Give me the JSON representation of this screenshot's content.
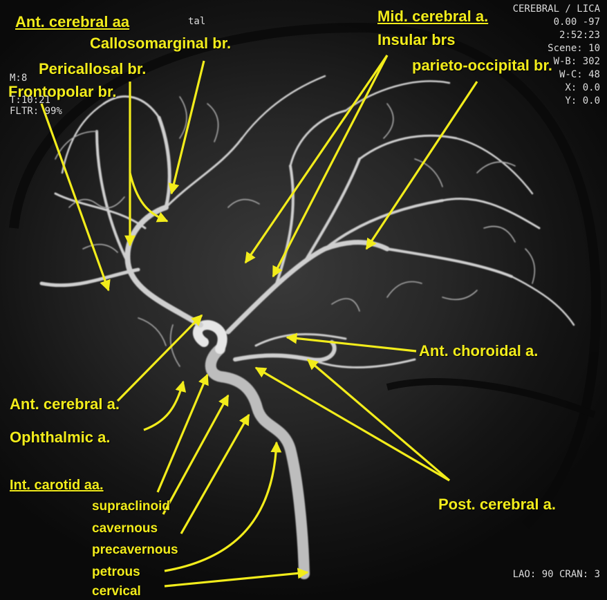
{
  "labels": {
    "ant_cerebral_aa": "Ant. cerebral aa",
    "callosomarginal": "Callosomarginal br.",
    "pericallosal": "Pericallosal br.",
    "frontopolar": "Frontopolar br.",
    "mid_cerebral": "Mid. cerebral a.",
    "insular": "Insular brs",
    "parieto_occipital": "parieto-occipital br.",
    "ant_choroidal": "Ant. choroidal a.",
    "ant_cerebral_a": "Ant. cerebral a.",
    "ophthalmic": "Ophthalmic a.",
    "int_carotid": "Int. carotid aa.",
    "supraclinoid": "supraclinoid",
    "cavernous": "cavernous",
    "precavernous": "precavernous",
    "petrous": "petrous",
    "cervical": "cervical",
    "post_cerebral": "Post. cerebral a."
  },
  "overlay": {
    "top_left_tag": "tal",
    "mag": "M:8",
    "left_line2": "T:10:21",
    "filter": "FLTR: 99%",
    "top_right": [
      "CEREBRAL / LICA",
      "0.00 -97",
      "2:52:23",
      "Scene: 10",
      "W-B: 302",
      "W-C: 48",
      "X: 0.0",
      "Y: 0.0"
    ],
    "bottom_right": "LAO: 90 CRAN: 3"
  },
  "colors": {
    "label": "#f2ec1b",
    "arrow": "#f2ec1b",
    "vessel": "#d8d8d8",
    "overlay_text": "#dcdcdc"
  }
}
